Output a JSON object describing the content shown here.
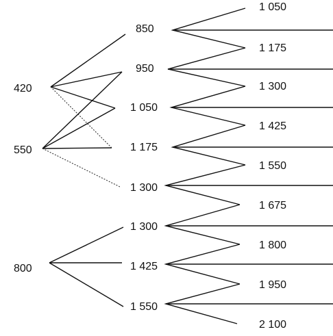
{
  "left": [
    "420",
    "550",
    "800"
  ],
  "middle": [
    "850",
    "950",
    "1 050",
    "1 175",
    "1 300",
    "1 300",
    "1 425",
    "1 550"
  ],
  "right": [
    "1 050",
    "1 175",
    "1 300",
    "1 425",
    "1 550",
    "1 675",
    "1 800",
    "1 950",
    "2 100"
  ],
  "colors": {
    "line": "#111111",
    "text": "#111111",
    "background": "#ffffff"
  }
}
